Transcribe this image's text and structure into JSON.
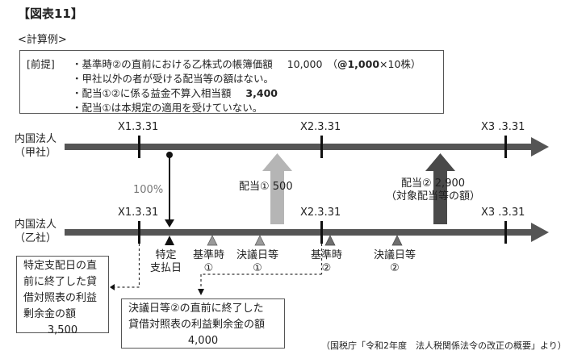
{
  "title": "【図表11】",
  "subtitle": "<計算例>",
  "premise": {
    "tag": "[前提]",
    "lines": [
      {
        "text": "・基準時②の直前における乙株式の帳簿価額",
        "value": "10,000",
        "detail_pre": "（",
        "detail_bold": "@1,000",
        "detail_post": "×10株）"
      },
      {
        "text": "・甲社以外の者が受ける配当等の額はない。"
      },
      {
        "text": "・配当①②に係る益金不算入相当額",
        "value_bold": "3,400"
      },
      {
        "text": "・配当①は本規定の適用を受けていない。"
      }
    ]
  },
  "entities": {
    "top": {
      "line1": "内国法人",
      "line2": "（甲社）"
    },
    "bottom": {
      "line1": "内国法人",
      "line2": "（乙社）"
    }
  },
  "ticks": {
    "top": [
      "X1.3.31",
      "X2.3.31",
      "X3 .3.31"
    ],
    "bottom": [
      "X1.3.31",
      "X2.3.31",
      "X3 .3.31"
    ]
  },
  "ownership": "100%",
  "dividend1": {
    "label": "配当① 500"
  },
  "dividend2": {
    "label": "配当② 2,900",
    "sub": "（対象配当等の額）"
  },
  "events": {
    "payment": {
      "line1": "特定",
      "line2": "支払日"
    },
    "base1": {
      "line1": "基準時",
      "line2": "①"
    },
    "resolution1": {
      "line1": "決議日等",
      "line2": "①"
    },
    "base2": {
      "line1": "基準時",
      "line2": "②"
    },
    "resolution2": {
      "line1": "決議日等",
      "line2": "②"
    }
  },
  "note_left": {
    "lines": [
      "特定支配日の直",
      "前に終了した貸",
      "借対照表の利益",
      "剰余金の額"
    ],
    "amount": "3,500"
  },
  "note_bottom": {
    "lines": [
      "決議日等②の直前に終了した",
      "貸借対照表の利益剰余金の額"
    ],
    "amount": "4,000"
  },
  "source": "（国税庁「令和2年度　法人税関係法令の改正の概要」より）",
  "colors": {
    "timeline": "#555555",
    "arrow_light": "#b5b5b5",
    "arrow_dark": "#4a4a4a",
    "triangle_light": "#9a9a9a",
    "triangle_mid": "#6e6e6e",
    "triangle_dark": "#111111"
  }
}
